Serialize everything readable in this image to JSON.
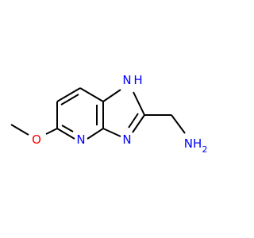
{
  "atoms": {
    "nh_ring": {
      "symbol": "N",
      "h": "H",
      "color": "#0000FF"
    },
    "n_imine": {
      "symbol": "N",
      "color": "#0000FF"
    },
    "n_pyridine": {
      "symbol": "N",
      "color": "#0000FF"
    },
    "o_methoxy": {
      "symbol": "O",
      "color": "#FF0000"
    },
    "nh2": {
      "symbol": "NH",
      "subscript": "2",
      "color": "#0000FF"
    }
  },
  "colors": {
    "bond": "#000000",
    "nitrogen": "#0000FF",
    "oxygen": "#FF0000",
    "background": "#FFFFFF"
  }
}
